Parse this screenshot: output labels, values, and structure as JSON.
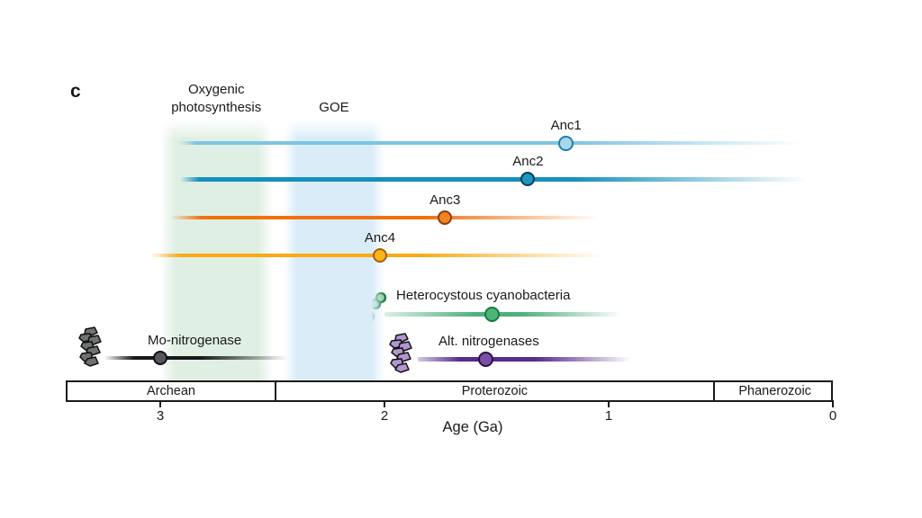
{
  "chart_data": {
    "type": "timeline",
    "panel_label": "c",
    "xlabel": "Age (Ga)",
    "x_ticks": [
      3,
      2,
      1,
      0
    ],
    "x_axis_reversed": true,
    "grid": false,
    "bands": [
      {
        "label": "Oxygenic photosynthesis",
        "start_ga": 3.0,
        "end_ga": 2.5,
        "color": "#e0efe3"
      },
      {
        "label": "GOE",
        "start_ga": 2.45,
        "end_ga": 2.0,
        "color": "#d9ecf8"
      }
    ],
    "eras": [
      {
        "label": "Archean",
        "start_ga": 3.42,
        "end_ga": 2.5
      },
      {
        "label": "Proterozoic",
        "start_ga": 2.5,
        "end_ga": 0.541
      },
      {
        "label": "Phanerozoic",
        "start_ga": 0.541,
        "end_ga": 0
      }
    ],
    "series": [
      {
        "name": "Anc1",
        "point_ga": 1.19,
        "range_ga": [
          2.92,
          0.1
        ],
        "line_color": "#7cc4e2",
        "marker_fill": "#a9d8ec",
        "marker_stroke": "#1f7fae",
        "icon": null
      },
      {
        "name": "Anc2",
        "point_ga": 1.36,
        "range_ga": [
          2.91,
          0.09
        ],
        "line_color": "#1690bc",
        "marker_fill": "#1e94c0",
        "marker_stroke": "#0d3d55",
        "icon": null
      },
      {
        "name": "Anc3",
        "point_ga": 1.73,
        "range_ga": [
          2.95,
          1.0
        ],
        "line_color": "#f1700f",
        "marker_fill": "#f5831f",
        "marker_stroke": "#8a3c10",
        "icon": null
      },
      {
        "name": "Anc4",
        "point_ga": 2.02,
        "range_ga": [
          3.05,
          0.98
        ],
        "line_color": "#f9aa15",
        "marker_fill": "#fdb515",
        "marker_stroke": "#a35f14",
        "icon": null
      },
      {
        "name": "Heterocystous cyanobacteria",
        "point_ga": 1.52,
        "range_ga": [
          2.0,
          0.94
        ],
        "line_color": "#4fb07e",
        "marker_fill": "#4cb476",
        "marker_stroke": "#177a40",
        "icon": "cyanobacteria-filament-icon"
      },
      {
        "name": "Mo-nitrogenase",
        "point_ga": 3.0,
        "range_ga": [
          3.25,
          2.43
        ],
        "line_color": "#17181b",
        "marker_fill": "#55585c",
        "marker_stroke": "#101114",
        "icon": "protein-structure-gray-icon"
      },
      {
        "name": "Alt. nitrogenases",
        "point_ga": 1.55,
        "range_ga": [
          1.85,
          0.9
        ],
        "line_color": "#562a8e",
        "marker_fill": "#7b4fa5",
        "marker_stroke": "#2c1248",
        "icon": "protein-structure-purple-icon"
      }
    ],
    "icon_colors": {
      "protein_gray_fill": "#6f7173",
      "protein_purple_fill": "#b495d2",
      "cyanobacteria_fill": "#90d2a2",
      "cyanobacteria_stroke": "#1e7b40"
    }
  }
}
